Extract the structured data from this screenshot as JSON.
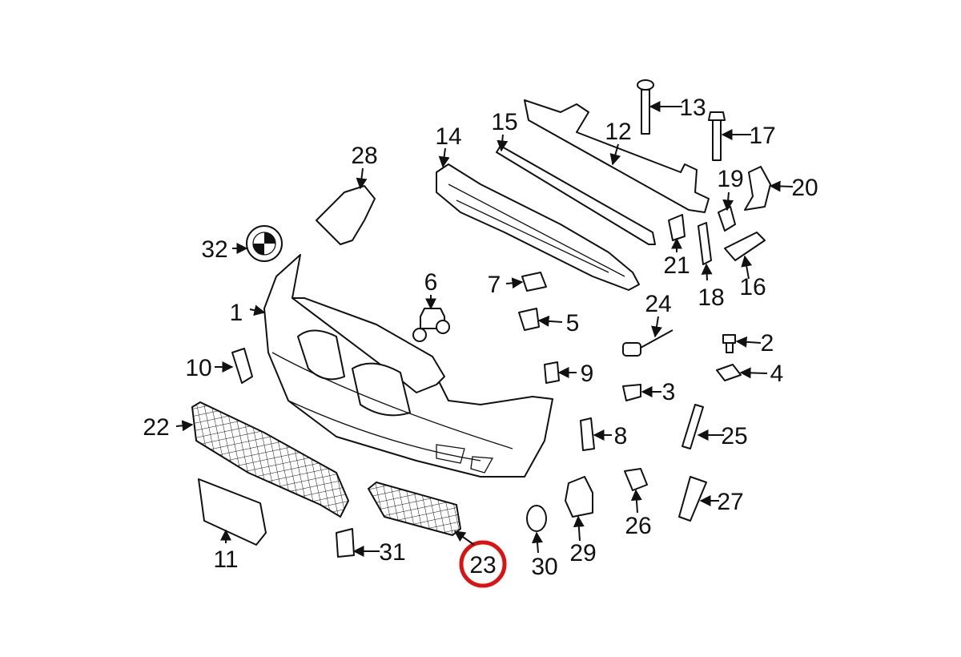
{
  "diagram": {
    "title": "Front bumper components",
    "highlight_color": "#e01010",
    "highlighted_callout": "23",
    "callouts": [
      "1",
      "2",
      "3",
      "4",
      "5",
      "6",
      "7",
      "8",
      "9",
      "10",
      "11",
      "12",
      "13",
      "14",
      "15",
      "16",
      "17",
      "18",
      "19",
      "20",
      "21",
      "22",
      "23",
      "24",
      "25",
      "26",
      "27",
      "28",
      "29",
      "30",
      "31",
      "32"
    ]
  }
}
